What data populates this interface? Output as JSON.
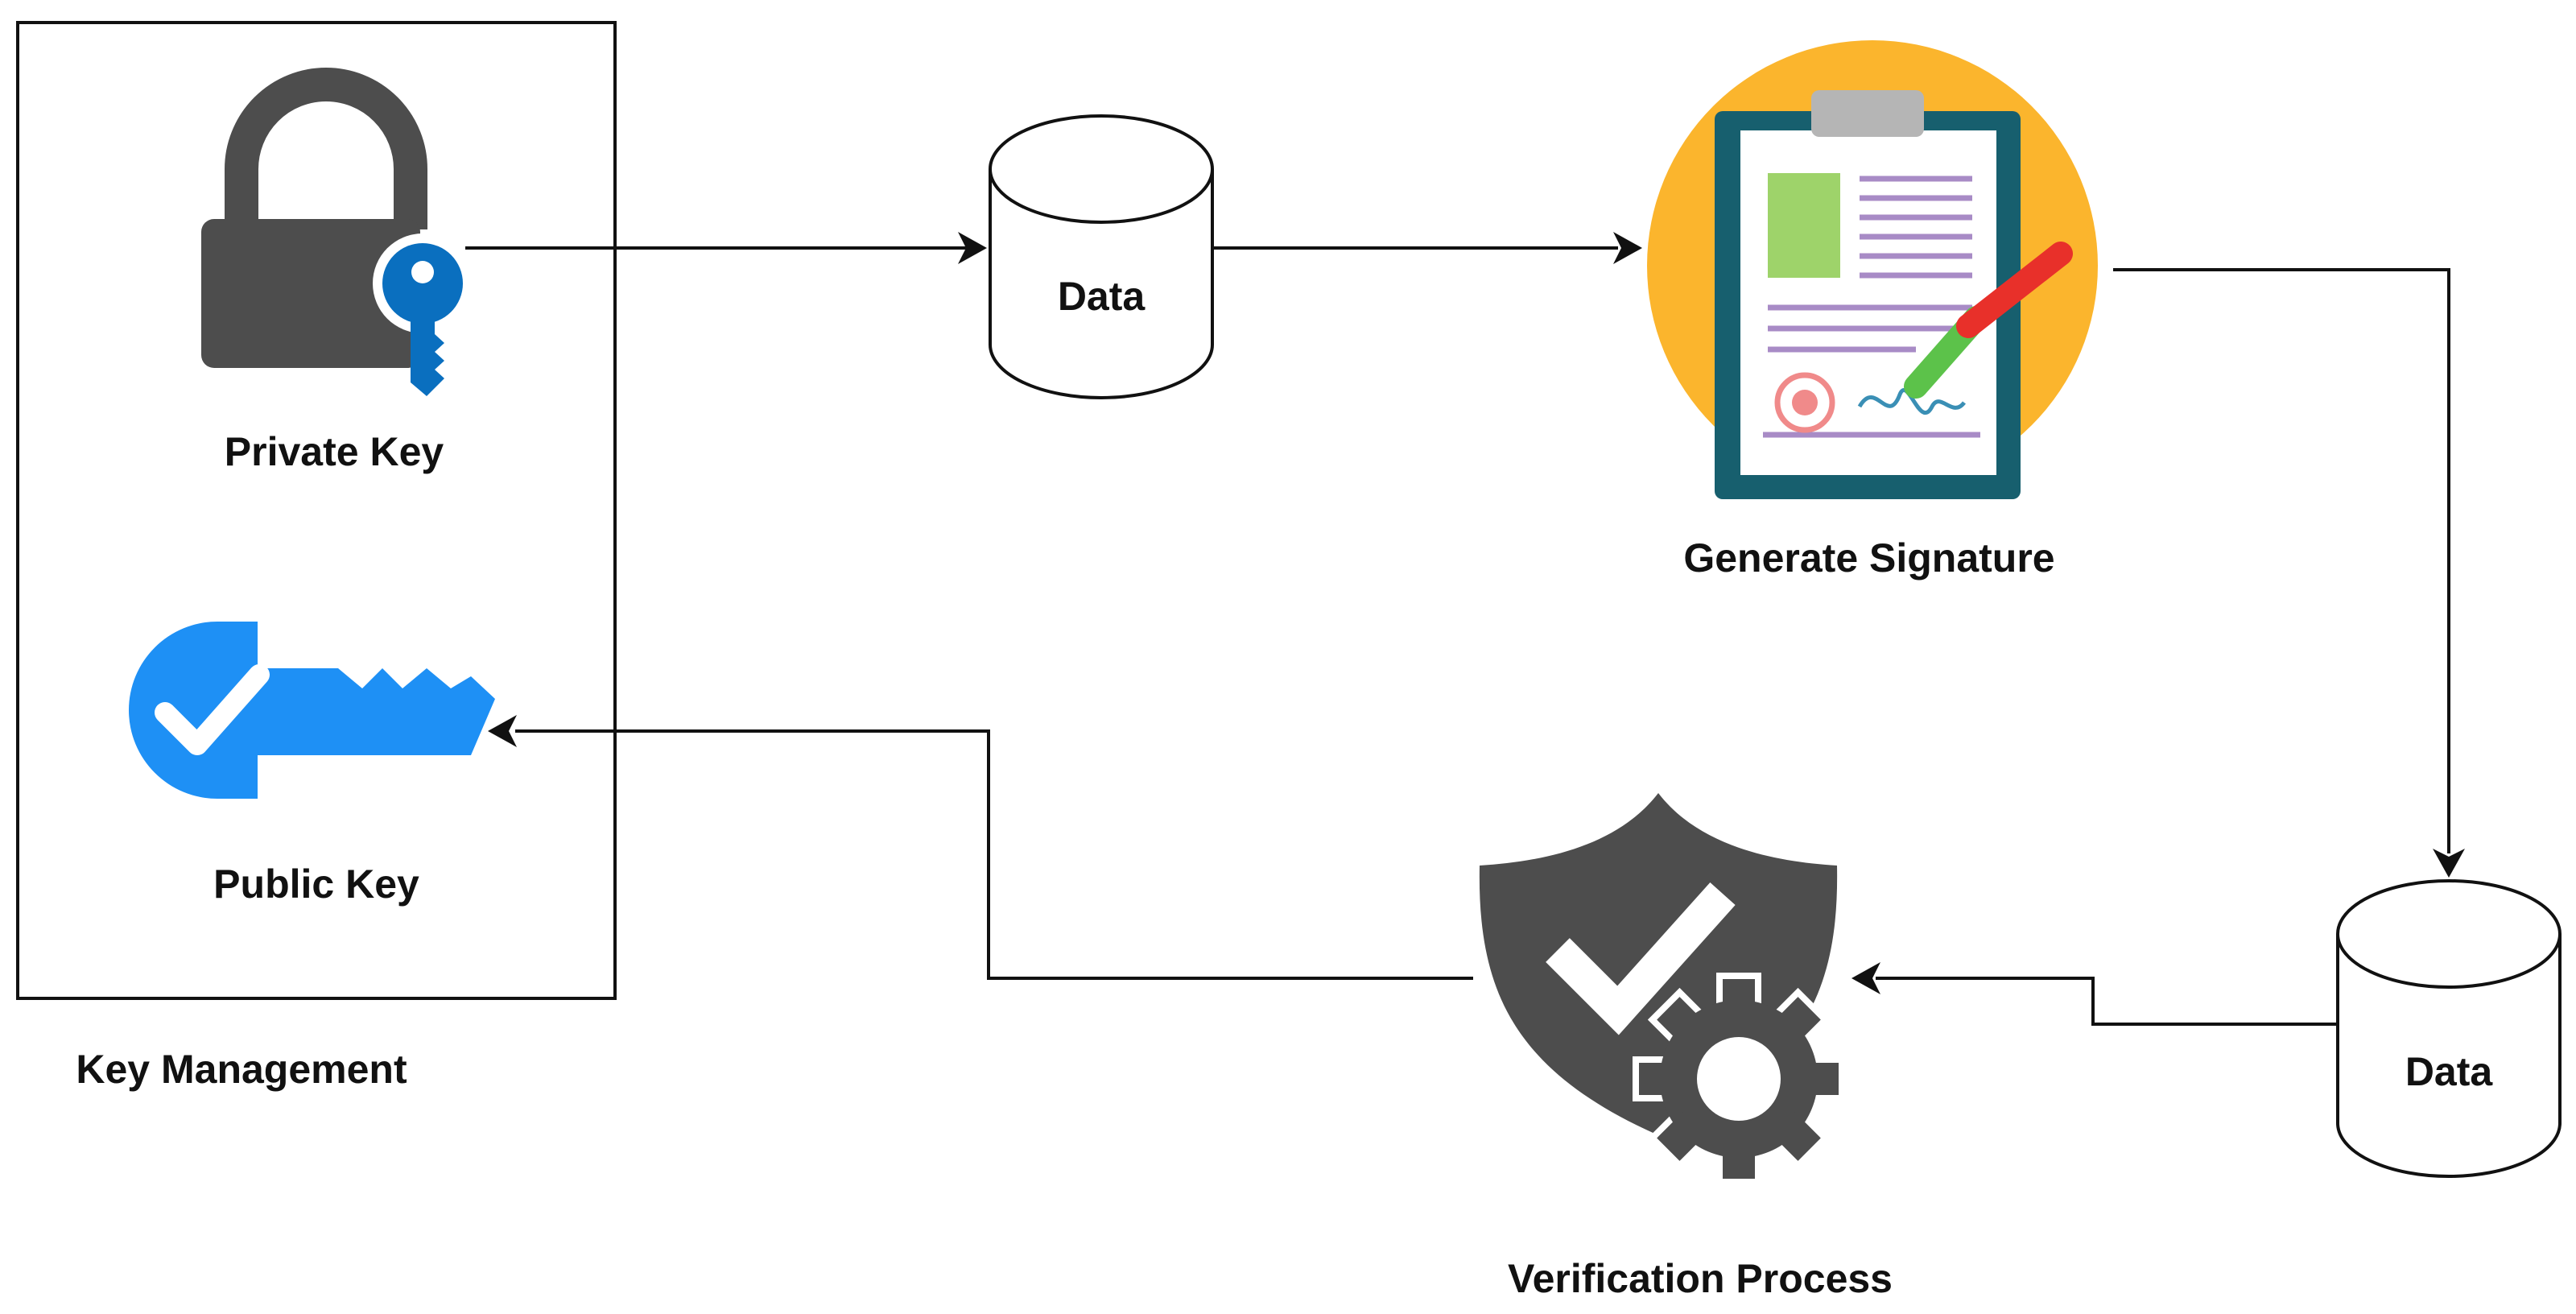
{
  "key_management": {
    "label": "Key Management",
    "private_key_label": "Private Key",
    "public_key_label": "Public Key"
  },
  "data_top_label": "Data",
  "data_bottom_label": "Data",
  "generate_signature_label": "Generate Signature",
  "verification_process_label": "Verification Process",
  "icons": {
    "private_key": "padlock-with-key-icon",
    "public_key": "checkmark-key-icon",
    "generate_signature": "signed-clipboard-icon",
    "verification_process": "shield-check-gear-icon"
  },
  "colors": {
    "lock_gray": "#4d4d4d",
    "key_blue": "#0a6fbf",
    "public_key_blue": "#1e90f5",
    "signature_circle": "#fbb52d",
    "clipboard_frame": "#175f6e"
  }
}
